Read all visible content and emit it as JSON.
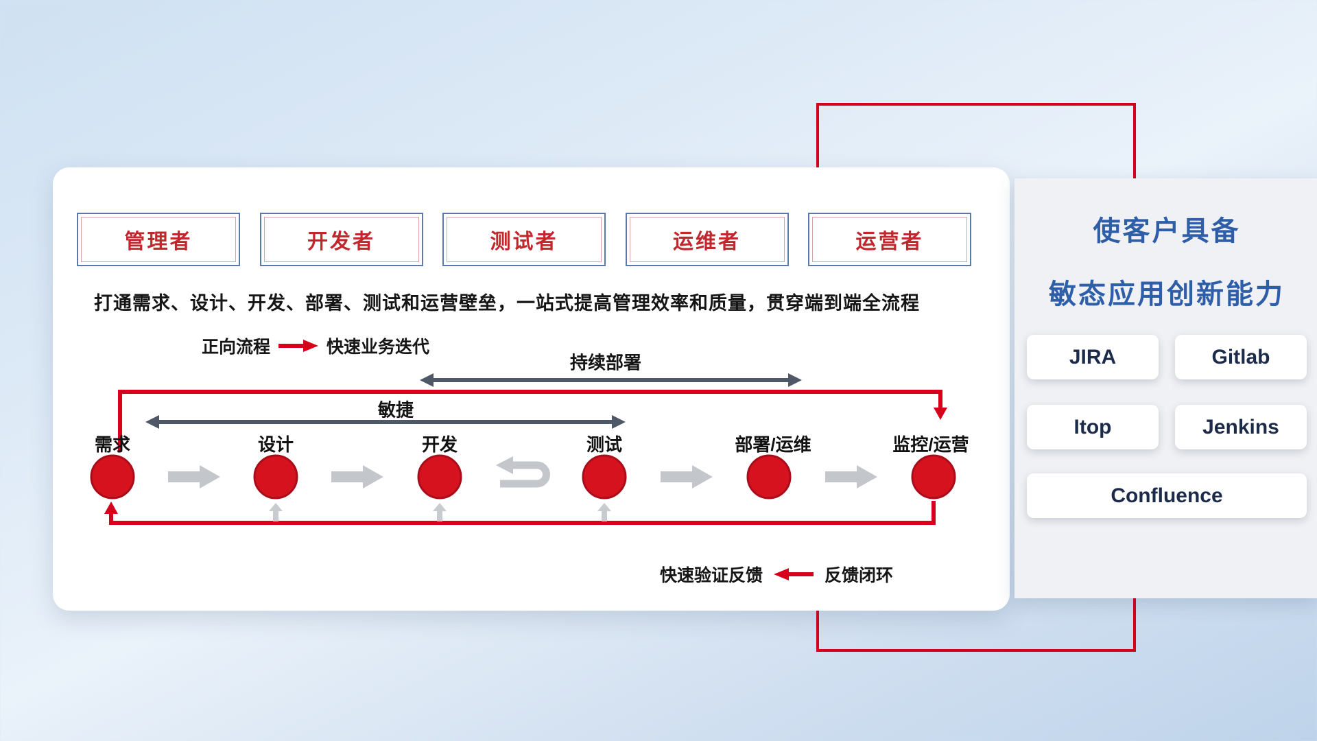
{
  "roles": {
    "items": [
      {
        "label": "管理者"
      },
      {
        "label": "开发者"
      },
      {
        "label": "测试者"
      },
      {
        "label": "运维者"
      },
      {
        "label": "运营者"
      }
    ]
  },
  "description": "打通需求、设计、开发、部署、测试和运营壁垒，一站式提高管理效率和质量，贯穿端到端全流程",
  "legend_forward": {
    "left_text": "正向流程",
    "right_text": "快速业务迭代"
  },
  "legend_feedback": {
    "left_text": "快速验证反馈",
    "right_text": "反馈闭环"
  },
  "flow": {
    "continuous_deployment_label": "持续部署",
    "agile_label": "敏捷",
    "stages": [
      {
        "label": "需求"
      },
      {
        "label": "设计"
      },
      {
        "label": "开发"
      },
      {
        "label": "测试"
      },
      {
        "label": "部署/运维"
      },
      {
        "label": "监控/运营"
      }
    ]
  },
  "capability_panel": {
    "title_line1": "使客户具备",
    "title_line2": "敏态应用创新能力",
    "tools": [
      {
        "label": "JIRA"
      },
      {
        "label": "Gitlab"
      },
      {
        "label": "Itop"
      },
      {
        "label": "Jenkins"
      },
      {
        "label": "Confluence"
      }
    ]
  },
  "colors": {
    "accent_red": "#d6001c",
    "role_text_red": "#c1272d",
    "title_blue": "#2e5ea8",
    "dark_arrow": "#4e5866",
    "gray_arrow": "#c3c7cc",
    "tool_text": "#1c2b4a"
  }
}
